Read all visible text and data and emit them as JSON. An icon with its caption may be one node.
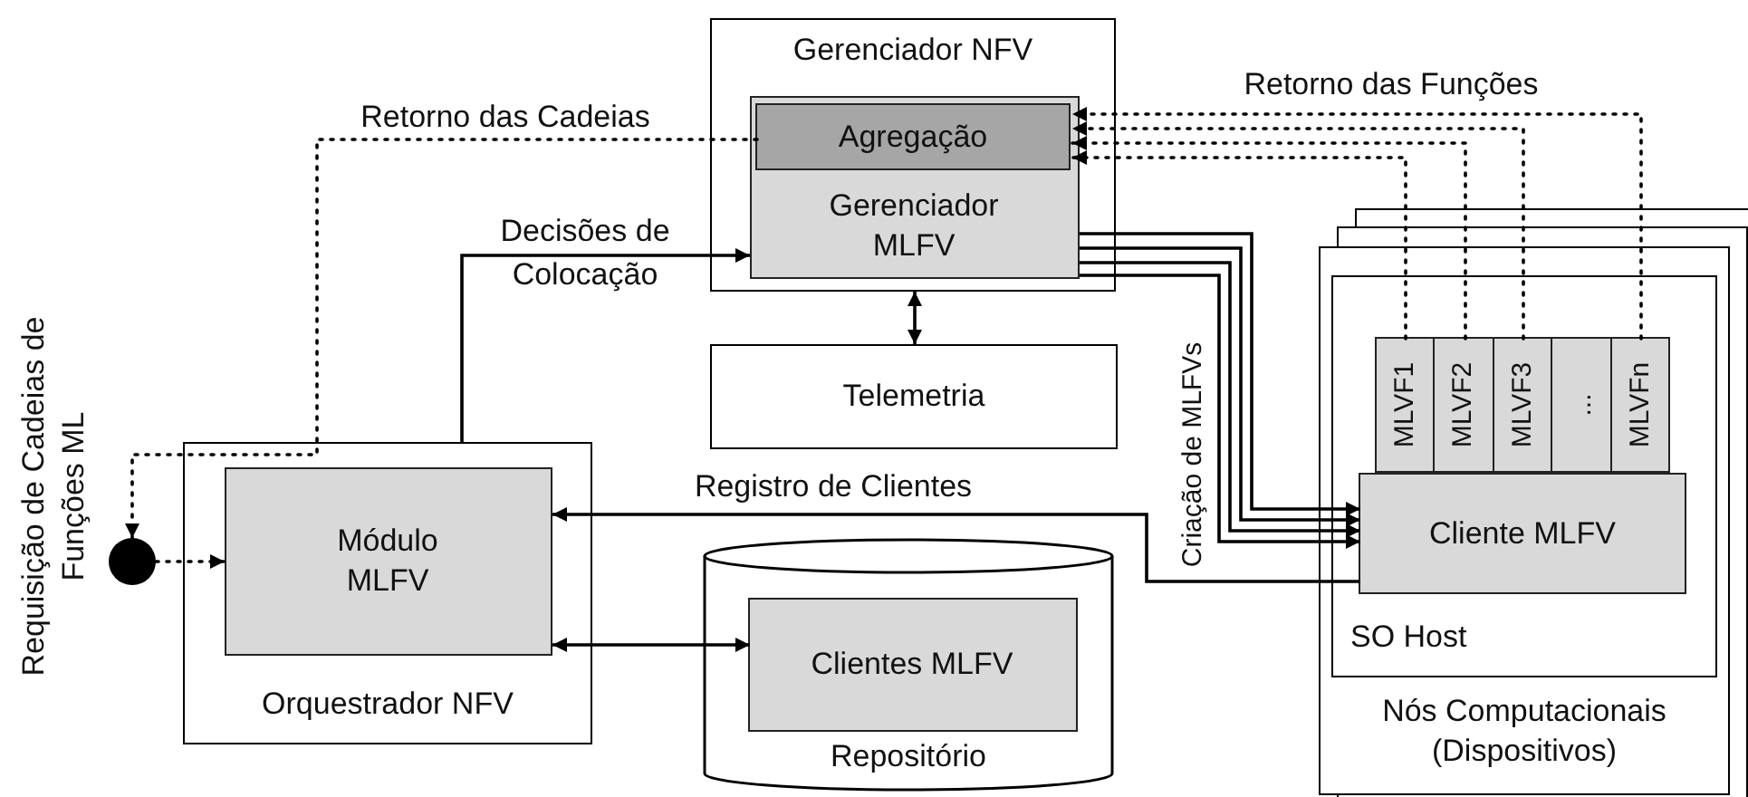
{
  "diagram": {
    "nodes": [
      {
        "text": [
          "Gerenciador NFV"
        ]
      },
      {
        "text": [
          "Gerenciador MLFV"
        ],
        "in": 0
      },
      {
        "text": [
          "Agregação"
        ],
        "in": 1
      },
      {
        "text": [
          "Telemetria"
        ]
      },
      {
        "text": [
          "Orquestrador NFV"
        ]
      },
      {
        "text": [
          "Módulo MLFV"
        ],
        "in": 4
      },
      {
        "text": [
          "Repositório"
        ]
      },
      {
        "text": [
          "Clientes MLFV"
        ],
        "in": 6
      },
      {
        "text": [
          "Nós Computacionais (Dispositivos)"
        ]
      },
      {
        "text": [
          "SO Host"
        ],
        "in": 8
      },
      {
        "text": [
          "Cliente MLFV"
        ],
        "in": 9
      },
      {
        "text": [
          "MLVF1"
        ],
        "in": 9
      },
      {
        "text": [
          "MLVF2"
        ],
        "in": 9
      },
      {
        "text": [
          "MLVF3"
        ],
        "in": 9
      },
      {
        "text": [
          "..."
        ],
        "in": 9
      },
      {
        "text": [
          "MLVFn"
        ],
        "in": 9
      },
      {
        "text": [],
        "shape": "circle",
        "beside": [
          "Requisição de Cadeias de Funções ML"
        ]
      }
    ],
    "edges": [
      {
        "from": 16,
        "to": 5,
        "arrow": "to",
        "style": "dashed"
      },
      {
        "from": 2,
        "to": 16,
        "arrow": "to",
        "style": "dashed",
        "label": "Retorno das Cadeias"
      },
      {
        "from": 4,
        "to": 1,
        "arrow": "to",
        "label": "Decisões de Colocação"
      },
      {
        "from": 0,
        "to": 3,
        "arrow": "both"
      },
      {
        "from": 10,
        "to": 5,
        "arrow": "to",
        "label": "Registro de Clientes"
      },
      {
        "from": 5,
        "to": 7,
        "arrow": "both"
      },
      {
        "from": 1,
        "to": 10,
        "arrow": "to"
      },
      {
        "from": 1,
        "to": 10,
        "arrow": "to"
      },
      {
        "from": 1,
        "to": 10,
        "arrow": "to"
      },
      {
        "from": 1,
        "to": 10,
        "arrow": "to",
        "label": "Criação de MLFVs"
      },
      {
        "from": 15,
        "to": 2,
        "arrow": "to",
        "style": "dashed",
        "label": "Retorno das Funções"
      },
      {
        "from": 13,
        "to": 2,
        "arrow": "to",
        "style": "dashed"
      },
      {
        "from": 12,
        "to": 2,
        "arrow": "to",
        "style": "dashed"
      },
      {
        "from": 11,
        "to": 2,
        "arrow": "to",
        "style": "dashed"
      }
    ]
  }
}
